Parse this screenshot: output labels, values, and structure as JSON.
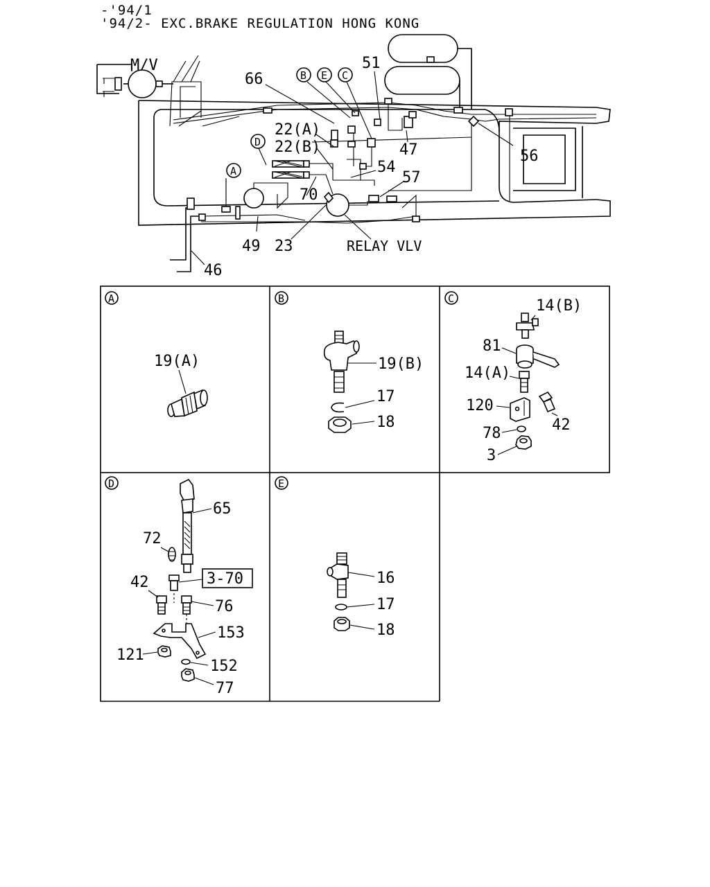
{
  "header": {
    "line1": "-'94/1",
    "line2": "'94/2- EXC.BRAKE REGULATION HONG KONG"
  },
  "main_diagram": {
    "labels": {
      "mv": "M/V",
      "p66": "66",
      "pB": "B",
      "pE": "E",
      "pC": "C",
      "p51": "51",
      "p22a": "22(A)",
      "p22b": "22(B)",
      "pD": "D",
      "p47": "47",
      "p56": "56",
      "p54": "54",
      "pA": "A",
      "p57": "57",
      "p70": "70",
      "p49": "49",
      "p23": "23",
      "relay": "RELAY VLV",
      "p46": "46"
    }
  },
  "panels": [
    {
      "id": "A",
      "parts": [
        "19(A)"
      ]
    },
    {
      "id": "B",
      "parts": [
        "19(B)",
        "17",
        "18"
      ]
    },
    {
      "id": "C",
      "parts": [
        "14(B)",
        "81",
        "14(A)",
        "120",
        "42",
        "78",
        "3"
      ]
    },
    {
      "id": "D",
      "parts": [
        "65",
        "72",
        "3-70",
        "42",
        "76",
        "153",
        "121",
        "152",
        "77"
      ]
    },
    {
      "id": "E",
      "parts": [
        "16",
        "17",
        "18"
      ]
    }
  ],
  "colors": {
    "ink": "#000000",
    "paper": "#ffffff"
  }
}
